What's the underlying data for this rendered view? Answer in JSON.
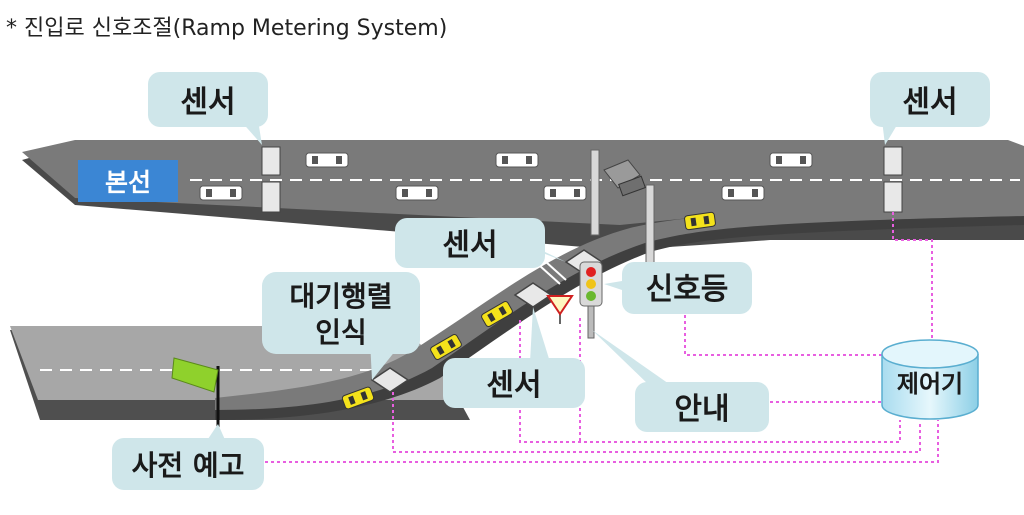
{
  "title": "* 진입로 신호조절(Ramp Metering System)",
  "labels": {
    "sensor_top_left": "센서",
    "sensor_top_right": "센서",
    "mainline": "본선",
    "sensor_ramp_upper": "센서",
    "queue_line1": "대기행렬",
    "queue_line2": "인식",
    "signal": "신호등",
    "sensor_ramp_lower": "센서",
    "guide": "안내",
    "controller": "제어기",
    "advance_notice": "사전 예고"
  },
  "colors": {
    "road": "#7d7d7d",
    "road_side": "#4a4a4a",
    "lower_road": "#a9a9a9",
    "callout": "#cfe6ea",
    "callout_text": "#1a1a1a",
    "mainline_badge": "#3b86d4",
    "wire": "#e85fe0",
    "car_yellow": "#f4e21b",
    "flag": "#8fd12c",
    "controller": "#c9ecf6"
  }
}
